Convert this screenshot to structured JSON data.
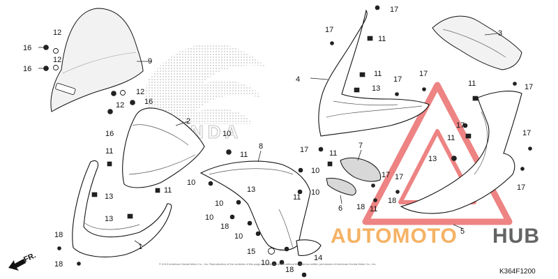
{
  "diagram_code": "K364F1200",
  "direction_label": "FR.",
  "watermark": {
    "brand_part1": "AUTOMOTO",
    "brand_part2": "HUB",
    "accent_color": "#f4a54a",
    "dark_color": "#4a4a4a",
    "triangle_color": "#e85a5a"
  },
  "background_logo": {
    "brand_text": "HONDA",
    "color": "#bdbdbd"
  },
  "copyright": "© 2013 American Honda Motor Co., Inc. Reproduction of the contents of this page is strictly prohibited without the express written permission of American Honda Motor Co., Inc.",
  "callouts": [
    {
      "id": "c1",
      "label": "1"
    },
    {
      "id": "c2",
      "label": "2"
    },
    {
      "id": "c3",
      "label": "3"
    },
    {
      "id": "c4",
      "label": "4"
    },
    {
      "id": "c5",
      "label": "5"
    },
    {
      "id": "c6",
      "label": "6"
    },
    {
      "id": "c7",
      "label": "7"
    },
    {
      "id": "c8",
      "label": "8"
    },
    {
      "id": "c9",
      "label": "9"
    },
    {
      "id": "c10a",
      "label": "10"
    },
    {
      "id": "c10b",
      "label": "10"
    },
    {
      "id": "c10c",
      "label": "10"
    },
    {
      "id": "c10d",
      "label": "10"
    },
    {
      "id": "c10e",
      "label": "10"
    },
    {
      "id": "c10f",
      "label": "10"
    },
    {
      "id": "c10g",
      "label": "10"
    },
    {
      "id": "c10h",
      "label": "10"
    },
    {
      "id": "c11a",
      "label": "11"
    },
    {
      "id": "c11b",
      "label": "11"
    },
    {
      "id": "c11c",
      "label": "11"
    },
    {
      "id": "c11d",
      "label": "11"
    },
    {
      "id": "c11e",
      "label": "11"
    },
    {
      "id": "c11f",
      "label": "11"
    },
    {
      "id": "c11g",
      "label": "11"
    },
    {
      "id": "c11h",
      "label": "11"
    },
    {
      "id": "c11i",
      "label": "11"
    },
    {
      "id": "c11j",
      "label": "11"
    },
    {
      "id": "c12a",
      "label": "12"
    },
    {
      "id": "c12b",
      "label": "12"
    },
    {
      "id": "c12c",
      "label": "12"
    },
    {
      "id": "c12d",
      "label": "12"
    },
    {
      "id": "c13a",
      "label": "13"
    },
    {
      "id": "c13b",
      "label": "13"
    },
    {
      "id": "c13c",
      "label": "13"
    },
    {
      "id": "c13d",
      "label": "13"
    },
    {
      "id": "c13e",
      "label": "13"
    },
    {
      "id": "c14",
      "label": "14"
    },
    {
      "id": "c15",
      "label": "15"
    },
    {
      "id": "c16a",
      "label": "16"
    },
    {
      "id": "c16b",
      "label": "16"
    },
    {
      "id": "c16c",
      "label": "16"
    },
    {
      "id": "c16d",
      "label": "16"
    },
    {
      "id": "c17a",
      "label": "17"
    },
    {
      "id": "c17b",
      "label": "17"
    },
    {
      "id": "c17c",
      "label": "17"
    },
    {
      "id": "c17d",
      "label": "17"
    },
    {
      "id": "c17e",
      "label": "17"
    },
    {
      "id": "c17f",
      "label": "17"
    },
    {
      "id": "c17g",
      "label": "17"
    },
    {
      "id": "c17h",
      "label": "17"
    },
    {
      "id": "c17i",
      "label": "17"
    },
    {
      "id": "c17j",
      "label": "17"
    },
    {
      "id": "c17k",
      "label": "17"
    },
    {
      "id": "c18a",
      "label": "18"
    },
    {
      "id": "c18b",
      "label": "18"
    },
    {
      "id": "c18c",
      "label": "18"
    },
    {
      "id": "c18d",
      "label": "18"
    },
    {
      "id": "c18e",
      "label": "18"
    },
    {
      "id": "c18f",
      "label": "18"
    }
  ]
}
